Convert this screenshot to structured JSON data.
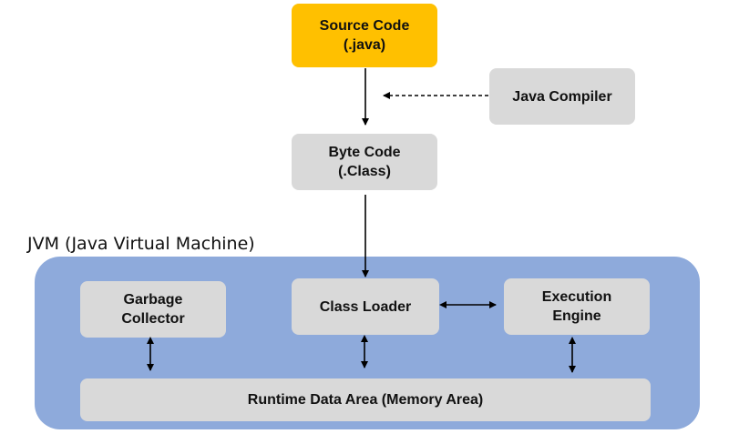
{
  "nodes": {
    "source_code": {
      "line1": "Source Code",
      "line2": "(.java)"
    },
    "java_compiler": {
      "label": "Java Compiler"
    },
    "byte_code": {
      "line1": "Byte Code",
      "line2": "(.Class)"
    },
    "jvm": {
      "label": "JVM (Java Virtual Machine)"
    },
    "garbage_collector": {
      "line1": "Garbage",
      "line2": "Collector"
    },
    "class_loader": {
      "label": "Class Loader"
    },
    "execution_engine": {
      "line1": "Execution",
      "line2": "Engine"
    },
    "runtime_data_area": {
      "label": "Runtime Data Area (Memory Area)"
    }
  },
  "colors": {
    "source_fill": "#ffc000",
    "box_fill": "#d9d9d9",
    "jvm_fill": "#8eaadb",
    "arrow": "#000000"
  },
  "edges": [
    {
      "from": "source_code",
      "to": "byte_code",
      "style": "solid"
    },
    {
      "from": "java_compiler",
      "to": "source_to_byte_arrow",
      "style": "dashed"
    },
    {
      "from": "byte_code",
      "to": "class_loader",
      "style": "solid"
    },
    {
      "from": "class_loader",
      "to": "execution_engine",
      "style": "solid",
      "bidirectional": true
    },
    {
      "from": "garbage_collector",
      "to": "runtime_data_area",
      "style": "solid",
      "bidirectional": true
    },
    {
      "from": "class_loader",
      "to": "runtime_data_area",
      "style": "solid",
      "bidirectional": true
    },
    {
      "from": "execution_engine",
      "to": "runtime_data_area",
      "style": "solid",
      "bidirectional": true
    }
  ]
}
